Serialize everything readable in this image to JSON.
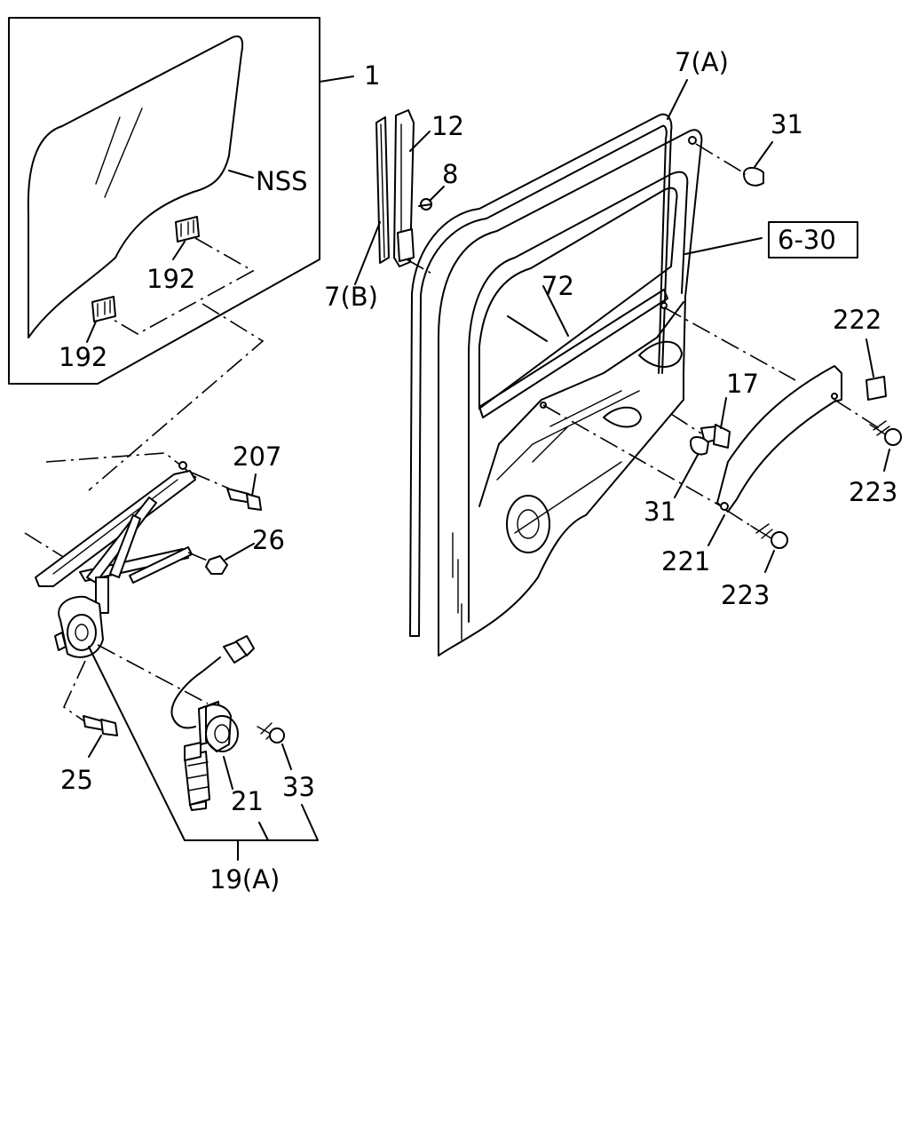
{
  "labels": {
    "l1": "1",
    "nss": "NSS",
    "l192a": "192",
    "l192b": "192",
    "l12": "12",
    "l8": "8",
    "l7b": "7(B)",
    "l7a": "7(A)",
    "l31a": "31",
    "ref": "6-30",
    "l72": "72",
    "l222": "222",
    "l17": "17",
    "l223a": "223",
    "l31b": "31",
    "l221": "221",
    "l223b": "223",
    "l207": "207",
    "l26": "26",
    "l25": "25",
    "l21": "21",
    "l33": "33",
    "l19a": "19(A)"
  }
}
